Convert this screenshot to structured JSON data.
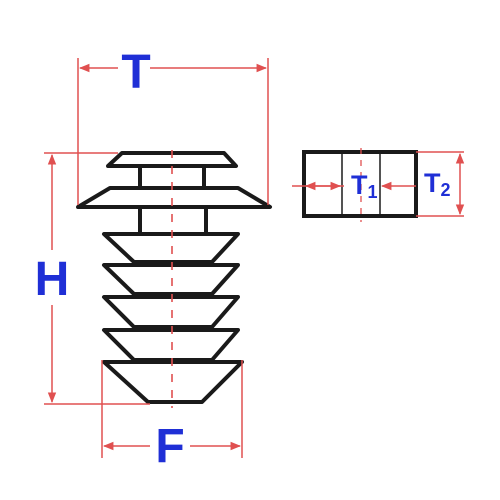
{
  "labels": {
    "T": "T",
    "H": "H",
    "F": "F",
    "T1_base": "T",
    "T1_sub": "1",
    "T2_base": "T",
    "T2_sub": "2"
  },
  "colors": {
    "outline": "#1a1a1a",
    "dimension_line": "#e05050",
    "label": "#1f2fd6",
    "background": "#ffffff"
  }
}
